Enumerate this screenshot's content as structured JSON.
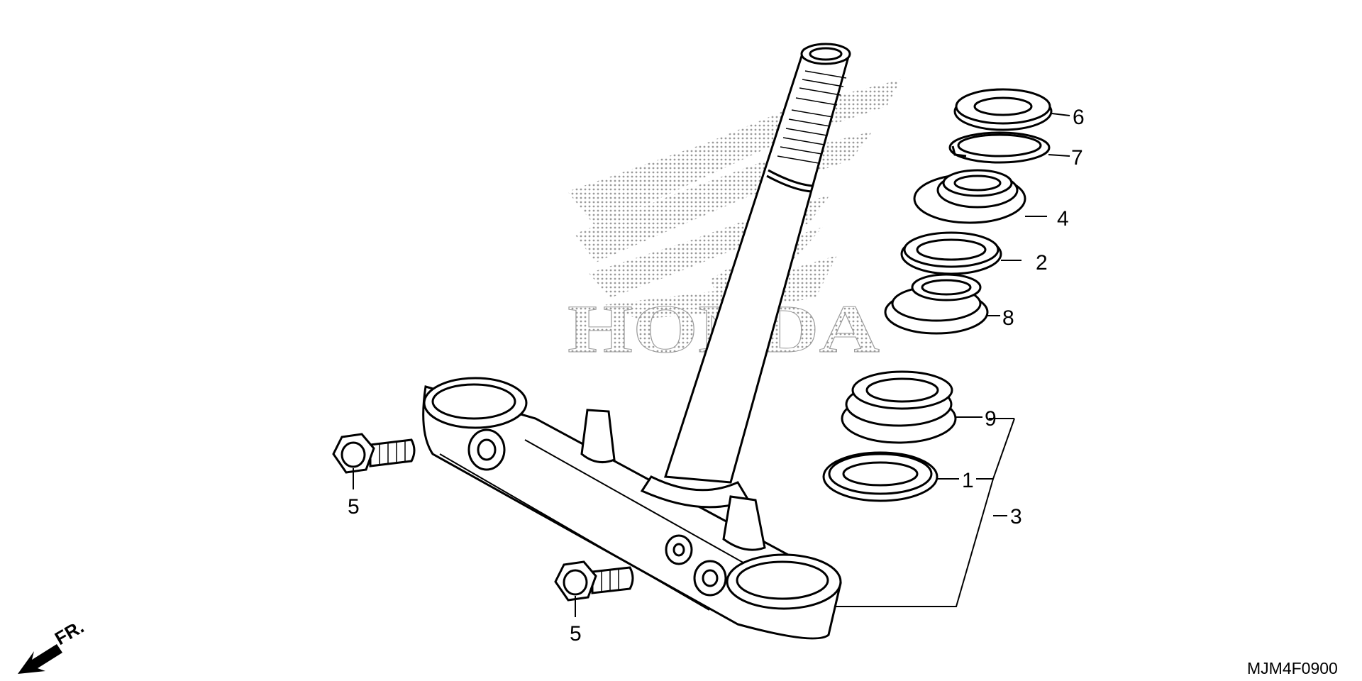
{
  "diagram": {
    "watermark_text": "HONDA",
    "direction_label": "FR.",
    "drawing_code": "MJM4F0900",
    "callouts": {
      "c1": "1",
      "c2": "2",
      "c3": "3",
      "c4": "4",
      "c5a": "5",
      "c5b": "5",
      "c6": "6",
      "c7": "7",
      "c8": "8",
      "c9": "9"
    }
  },
  "colors": {
    "line": "#000000",
    "background": "#ffffff",
    "watermark_dots": "#9a9a9a"
  }
}
